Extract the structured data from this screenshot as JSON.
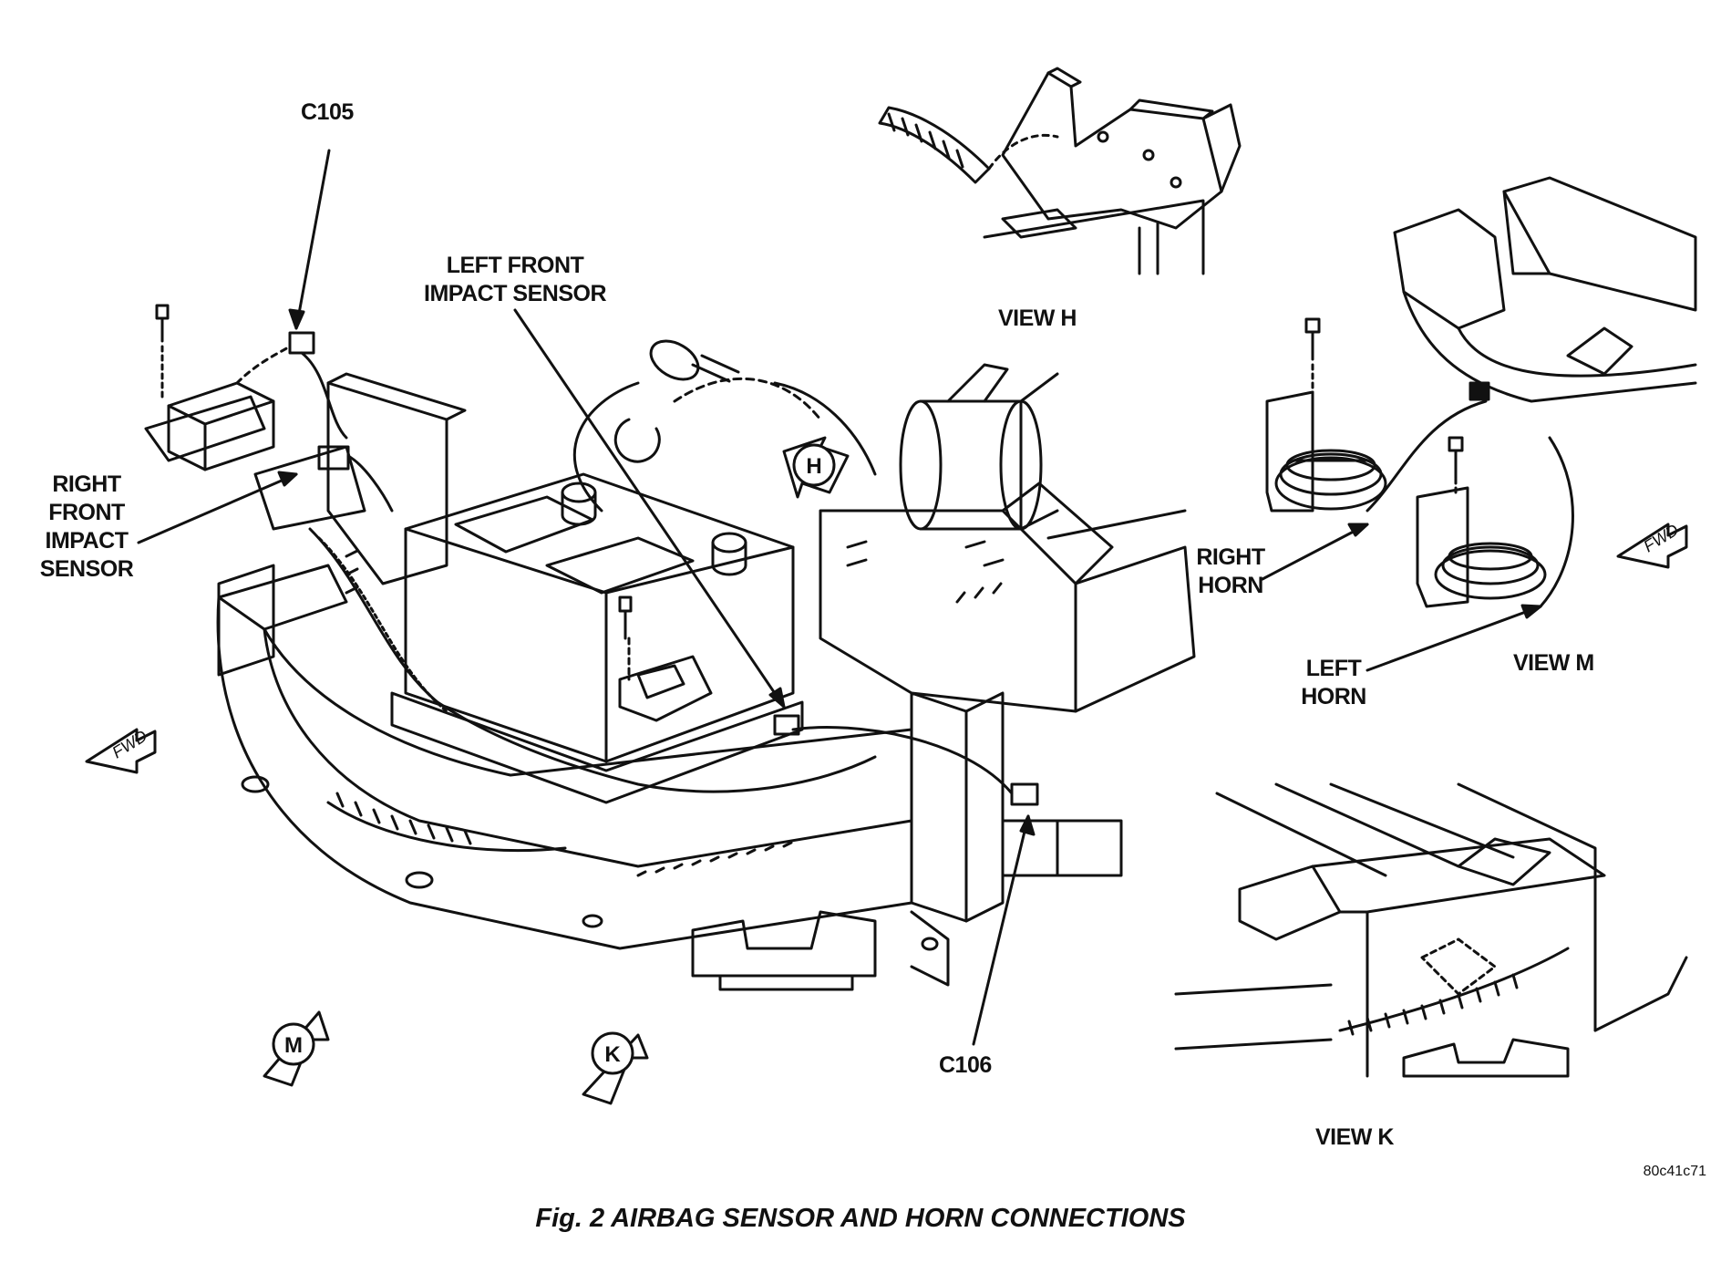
{
  "labels": {
    "c105": "C105",
    "c106": "C106",
    "left_front_impact_sensor": [
      "LEFT FRONT",
      "IMPACT SENSOR"
    ],
    "right_front_impact_sensor": [
      "RIGHT",
      "FRONT",
      "IMPACT",
      "SENSOR"
    ],
    "right_horn": [
      "RIGHT",
      "HORN"
    ],
    "left_horn": [
      "LEFT",
      "HORN"
    ],
    "view_h": "VIEW H",
    "view_m": "VIEW M",
    "view_k": "VIEW K"
  },
  "view_markers": {
    "h": "H",
    "m": "M",
    "k": "K"
  },
  "direction": "FWD",
  "figure_code": "80c41c71",
  "caption": "Fig. 2 AIRBAG SENSOR AND HORN CONNECTIONS",
  "colors": {
    "ink": "#111111",
    "paper": "#ffffff"
  }
}
